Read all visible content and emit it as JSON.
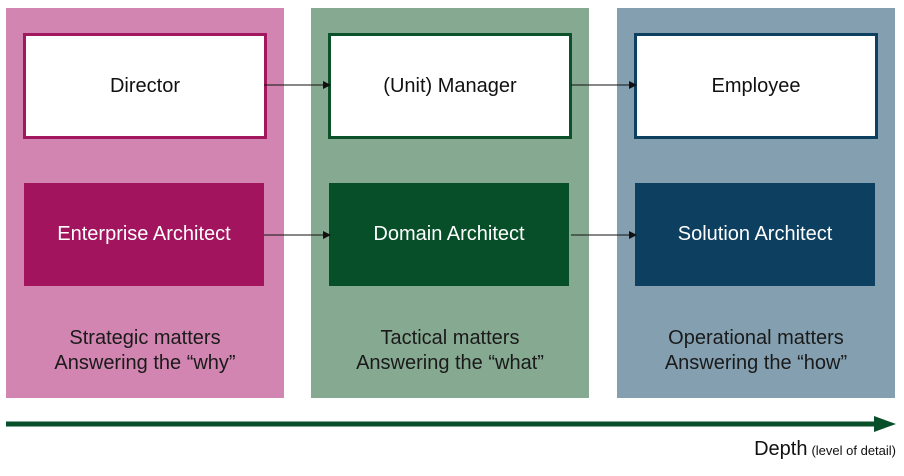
{
  "columns": [
    {
      "role": "Director",
      "architect": "Enterprise Architect",
      "matters_line1": "Strategic matters",
      "matters_line2": "Answering the “why”"
    },
    {
      "role": "(Unit) Manager",
      "architect": "Domain Architect",
      "matters_line1": "Tactical matters",
      "matters_line2": "Answering the “what”"
    },
    {
      "role": "Employee",
      "architect": "Solution Architect",
      "matters_line1": "Operational matters",
      "matters_line2": "Answering the “how”"
    }
  ],
  "axis": {
    "label": "Depth",
    "sublabel": "(level of detail)"
  },
  "colors": {
    "column_1_bg": "#d185b0",
    "column_2_bg": "#86a991",
    "column_3_bg": "#839fb0",
    "enterprise": "#a3145e",
    "domain": "#064f28",
    "solution": "#0d3f61",
    "axis_arrow": "#064f28"
  }
}
